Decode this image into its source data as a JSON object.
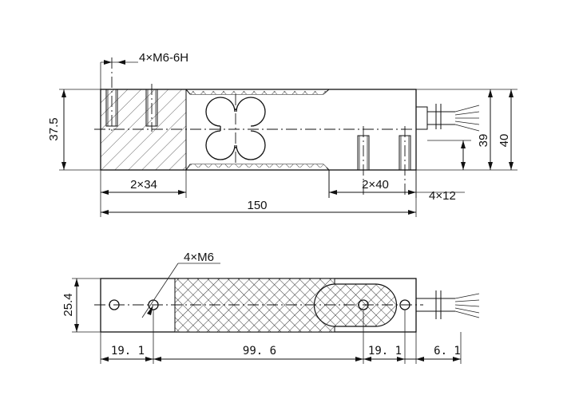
{
  "top_view": {
    "thread_callout": "4×M6-6H",
    "height_left": "37.5",
    "height_right_inner": "39",
    "height_right_outer": "40",
    "left_span": "2×34",
    "right_span": "2×40",
    "end_offset": "4×12",
    "overall_length": "150"
  },
  "bottom_view": {
    "hole_callout": "4×M6",
    "width": "25.4",
    "dim_a": "19. 1",
    "dim_b": "99. 6",
    "dim_c": "19. 1",
    "dim_d": "6. 1"
  }
}
